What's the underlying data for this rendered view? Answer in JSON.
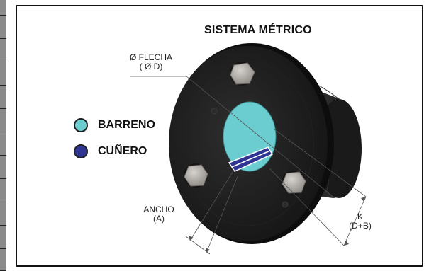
{
  "title": "SISTEMA MÉTRICO",
  "legend": [
    {
      "label": "BARRENO",
      "color": "#6ccdd1"
    },
    {
      "label": "CUÑERO",
      "color": "#2f3593"
    }
  ],
  "dimensions": {
    "shaft_line1": "Ø  FLECHA",
    "shaft_line2": "( Ø D)",
    "width_line1": "ANCHO",
    "width_line2": "(A)",
    "k_line1": "K",
    "k_line2": "(D+B)"
  },
  "colors": {
    "bore": "#6ccdd1",
    "keyway": "#2f3593",
    "body": "#1c1c1c",
    "bolt": "#b0aca7"
  }
}
